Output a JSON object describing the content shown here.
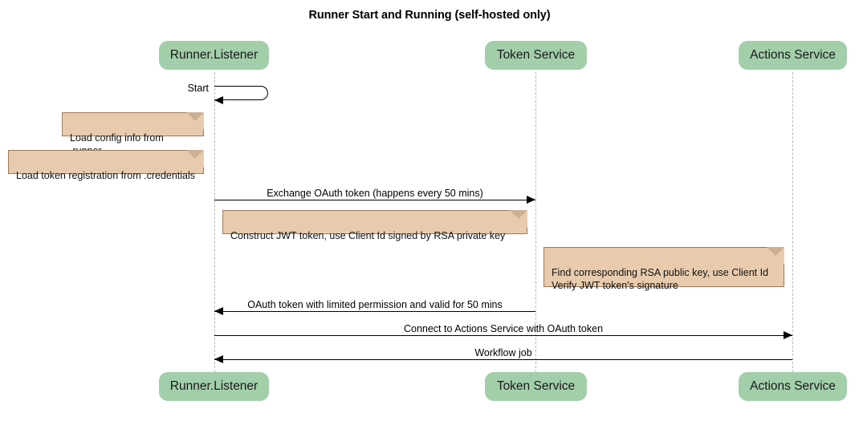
{
  "title": "Runner Start and Running (self-hosted only)",
  "participants": [
    {
      "id": "runner",
      "label": "Runner.Listener"
    },
    {
      "id": "token",
      "label": "Token Service"
    },
    {
      "id": "actions",
      "label": "Actions Service"
    }
  ],
  "messages": [
    {
      "id": "start",
      "label": "Start"
    },
    {
      "id": "exchange",
      "label": "Exchange OAuth token (happens every 50 mins)"
    },
    {
      "id": "oauth-return",
      "label": "OAuth token with limited permission and valid for 50 mins"
    },
    {
      "id": "connect",
      "label": "Connect to Actions Service with OAuth token"
    },
    {
      "id": "workflow",
      "label": "Workflow job"
    }
  ],
  "notes": [
    {
      "id": "config",
      "label": "Load config info from .runner"
    },
    {
      "id": "credentials",
      "label": "Load token registration from .credentials"
    },
    {
      "id": "jwt",
      "label": "Construct JWT token, use Client Id signed by RSA private key"
    },
    {
      "id": "verify",
      "label": "Find corresponding RSA public key, use Client Id\nVerify JWT token's signature"
    }
  ],
  "colors": {
    "participant_fill": "#a3ceaa",
    "note_fill": "#e8cbad",
    "note_border": "#9b7a58",
    "lifeline": "#b9b9b9",
    "line": "#000000"
  }
}
